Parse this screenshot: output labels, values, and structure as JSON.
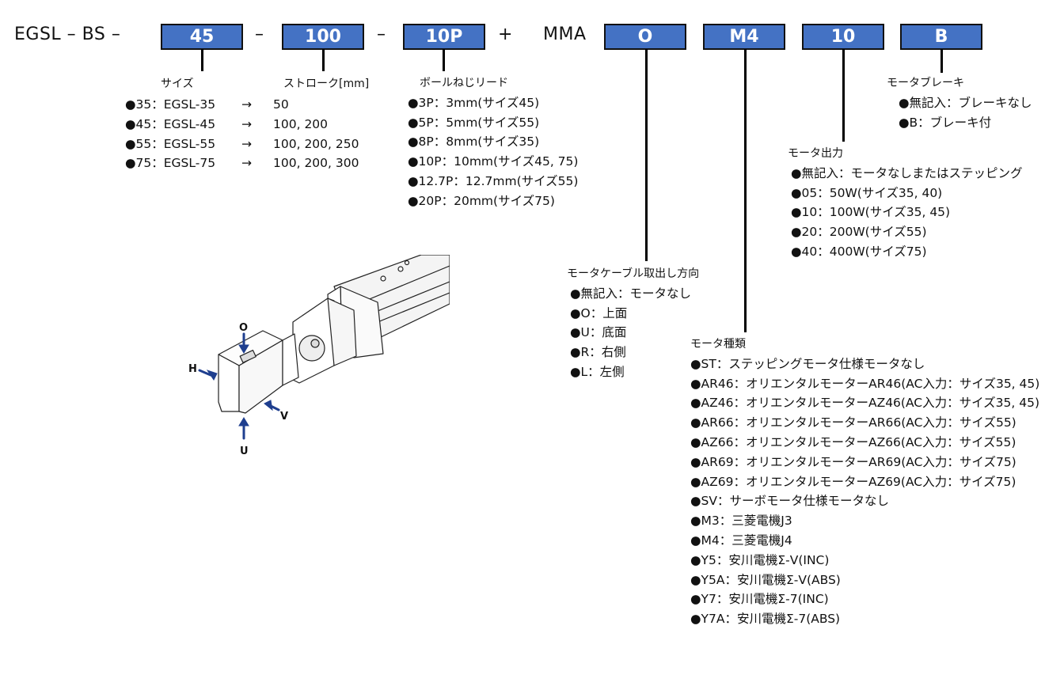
{
  "model_code": {
    "prefix": "EGSL – BS –",
    "sep1": "–",
    "sep2": "–",
    "plus": "+",
    "mma": "MMA",
    "boxes": [
      {
        "id": "size",
        "value": "45"
      },
      {
        "id": "stroke",
        "value": "100"
      },
      {
        "id": "lead",
        "value": "10P"
      },
      {
        "id": "cable",
        "value": "O"
      },
      {
        "id": "motor_type",
        "value": "M4"
      },
      {
        "id": "output",
        "value": "10"
      },
      {
        "id": "brake",
        "value": "B"
      }
    ],
    "box_color": "#4472c4"
  },
  "size": {
    "title": "サイズ",
    "items": [
      {
        "code": "●35：EGSL-35",
        "arrow": "→",
        "stroke": "50"
      },
      {
        "code": "●45：EGSL-45",
        "arrow": "→",
        "stroke": "100, 200"
      },
      {
        "code": "●55：EGSL-55",
        "arrow": "→",
        "stroke": "100, 200, 250"
      },
      {
        "code": "●75：EGSL-75",
        "arrow": "→",
        "stroke": "100, 200, 300"
      }
    ]
  },
  "stroke": {
    "title": "ストローク[mm]"
  },
  "lead": {
    "title": "ボールねじリード",
    "items": [
      "●3P：3mm(サイズ45)",
      "●5P：5mm(サイズ55)",
      "●8P：8mm(サイズ35)",
      "●10P：10mm(サイズ45, 75)",
      "●12.7P：12.7mm(サイズ55)",
      "●20P：20mm(サイズ75)"
    ]
  },
  "cable": {
    "title": "モータケーブル取出し方向",
    "items": [
      "●無記入：モータなし",
      "●O：上面",
      "●U：底面",
      "●R：右側",
      "●L：左側"
    ]
  },
  "motor_type": {
    "title": "モータ種類",
    "items": [
      "●ST：ステッピングモータ仕様モータなし",
      "●AR46：オリエンタルモーターAR46(AC入力：サイズ35, 45)",
      "●AZ46：オリエンタルモーターAZ46(AC入力：サイズ35, 45)",
      "●AR66：オリエンタルモーターAR66(AC入力：サイズ55)",
      "●AZ66：オリエンタルモーターAZ66(AC入力：サイズ55)",
      "●AR69：オリエンタルモーターAR69(AC入力：サイズ75)",
      "●AZ69：オリエンタルモーターAZ69(AC入力：サイズ75)",
      "●SV：サーボモータ仕様モータなし",
      "●M3：三菱電機J3",
      "●M4：三菱電機J4",
      "●Y5：安川電機Σ-V(INC)",
      "●Y5A：安川電機Σ-V(ABS)",
      "●Y7：安川電機Σ-7(INC)",
      "●Y7A：安川電機Σ-7(ABS)"
    ]
  },
  "output": {
    "title": "モータ出力",
    "items": [
      "●無記入：モータなしまたはステッピング",
      "●05：50W(サイズ35, 40)",
      "●10：100W(サイズ35, 45)",
      "●20：200W(サイズ55)",
      "●40：400W(サイズ75)"
    ]
  },
  "brake": {
    "title": "モータブレーキ",
    "items": [
      "●無記入：ブレーキなし",
      "●B：ブレーキ付"
    ]
  },
  "illustration": {
    "labels": {
      "top": "O",
      "rear": "H",
      "side": "V",
      "bottom": "U"
    },
    "arrow_color": "#1f3f8f"
  }
}
